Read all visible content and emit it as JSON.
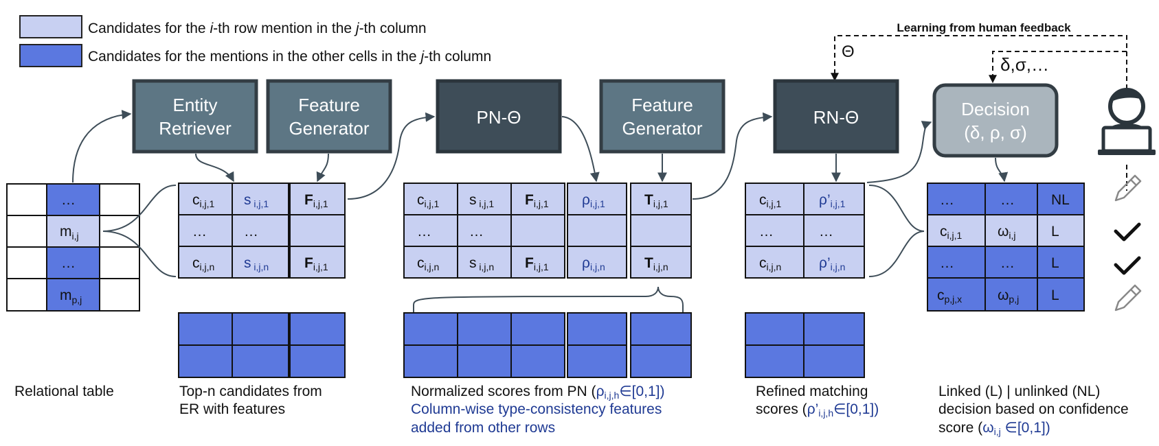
{
  "legend": {
    "light_pre": "Candidates for the ",
    "light_i": "i",
    "light_mid": "-th row mention in the ",
    "light_j": "j",
    "light_post": "-th column",
    "dark_pre": "Candidates for the mentions in the other cells in the ",
    "dark_j": "j",
    "dark_post": "-th column"
  },
  "feedback": {
    "title": "Learning from human feedback",
    "theta": "Θ",
    "params": "δ,σ,…"
  },
  "boxes": {
    "entity_retriever": [
      "Entity",
      "Retriever"
    ],
    "feature_generator_1": [
      "Feature",
      "Generator"
    ],
    "pn": "PN-Θ",
    "feature_generator_2": [
      "Feature",
      "Generator"
    ],
    "rn": "RN-Θ",
    "decision": [
      "Decision",
      "(δ, ρ, σ)"
    ]
  },
  "relational_table": {
    "cells": [
      "…",
      "m",
      "…",
      "m"
    ],
    "subs": [
      "",
      "i,j",
      "",
      "p,j"
    ]
  },
  "common": {
    "ellipsis": "…",
    "c": "c",
    "s": "s",
    "F": "F",
    "T": "T",
    "rho": "ρ",
    "rho_p": "ρ’",
    "omega": "ω",
    "sub_ij1": "i,j,1",
    "sub_ijn": "i,j,n",
    "sub_ij": "i,j",
    "sub_pj": "p,j",
    "sub_pjx": "p,j,x",
    "s_sub_1": " i,j,1",
    "s_sub_n": " i,j,n"
  },
  "decision_table": {
    "labels": [
      "NL",
      "L",
      "L",
      "L"
    ]
  },
  "captions": {
    "relational": "Relational table",
    "topn": [
      "Top-n candidates from",
      "ER with features"
    ],
    "pn_line1_pre": "Normalized scores from PN (",
    "pn_line1_rho": "ρ",
    "pn_line1_sub": "i,j,h",
    "pn_line1_post": "∈[0,1])",
    "pn_line2": "Column-wise type-consistency features",
    "pn_line3": "added from other rows",
    "rn_line1": "Refined matching",
    "rn_line2_pre": "scores (",
    "rn_line2_rho": "ρ’",
    "rn_line2_sub": "i,j,h",
    "rn_line2_post": "∈[0,1])",
    "dec_line1": "Linked (L) | unlinked (NL)",
    "dec_line2": "decision based on confidence",
    "dec_line3_pre": "score (",
    "dec_line3_omega": "ω",
    "dec_line3_sub": "i,j",
    "dec_line3_post": " ∈[0,1])"
  },
  "colors": {
    "light_cell": "#c8d0f2",
    "dark_cell": "#5b78e0",
    "box_medium": "#5d7684",
    "box_dark": "#3e4d58",
    "box_border": "#333d44",
    "decision_fill": "#aab5bd",
    "label_blue": "#1f3a93"
  },
  "icons": [
    "user-at-laptop-icon",
    "pencil-icon",
    "checkmark-icon"
  ]
}
